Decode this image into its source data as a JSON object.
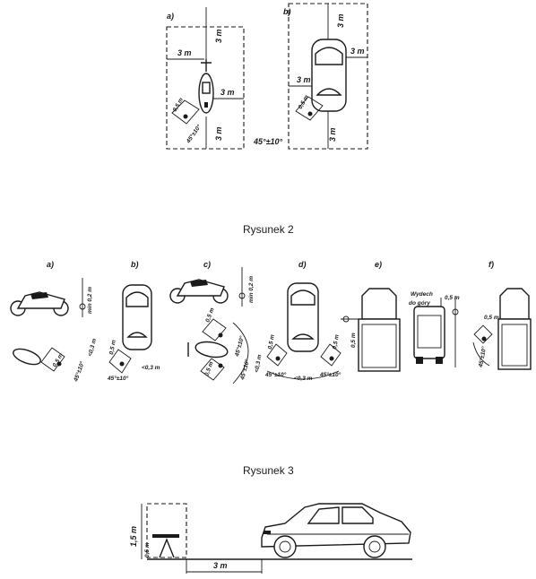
{
  "figure1": {
    "label_a": "a)",
    "label_b": "b)",
    "a_3m_top": "3 m",
    "a_3m_left": "3 m",
    "a_3m_right": "3 m",
    "a_3m_bottom": "3 m",
    "a_05m": "0,5 m",
    "a_angle": "45°±10°",
    "b_3m_top": "3 m",
    "b_3m_right": "3 m",
    "b_3m_left": "3 m",
    "b_3m_bottom": "3 m",
    "b_05m": "0,5 m",
    "angle_caption": "45°±10°"
  },
  "figure2": {
    "title": "Rysunek 2",
    "label_a": "a)",
    "label_b": "b)",
    "label_c": "c)",
    "label_d": "d)",
    "label_e": "e)",
    "label_f": "f)",
    "a_min02m": "min 0,2 m",
    "a_05m": "0,5 m",
    "a_angle": "45°±10°",
    "a_03m": "<0,3 m",
    "b_05m": "0,5 m",
    "b_angle": "45°±10°",
    "b_03m": "<0,3 m",
    "c_min02m": "min 0,2 m",
    "c_05m_1": "0,5 m",
    "c_05m_2": "0,5 m",
    "c_angle_1": "45°±10°",
    "c_angle_2": "45°±10°",
    "c_03m": "<0,3 m",
    "d_05m_1": "0,5 m",
    "d_05m_2": "0,5 m",
    "d_angle_1": "45°±10°",
    "d_angle_2": "45°±10°",
    "d_03m": "<0,3 m",
    "e_05m": "0,5 m",
    "e_exhaust_line1": "Wydech",
    "e_exhaust_line2": "do góry",
    "e_05m_2": "0,5 m",
    "f_05m": "0,5 m",
    "f_angle": "45°±10°"
  },
  "figure3": {
    "title": "Rysunek 3",
    "dim_15m": "1,5 m",
    "dim_05m": "0,5 m",
    "dim_3m": "3 m"
  }
}
